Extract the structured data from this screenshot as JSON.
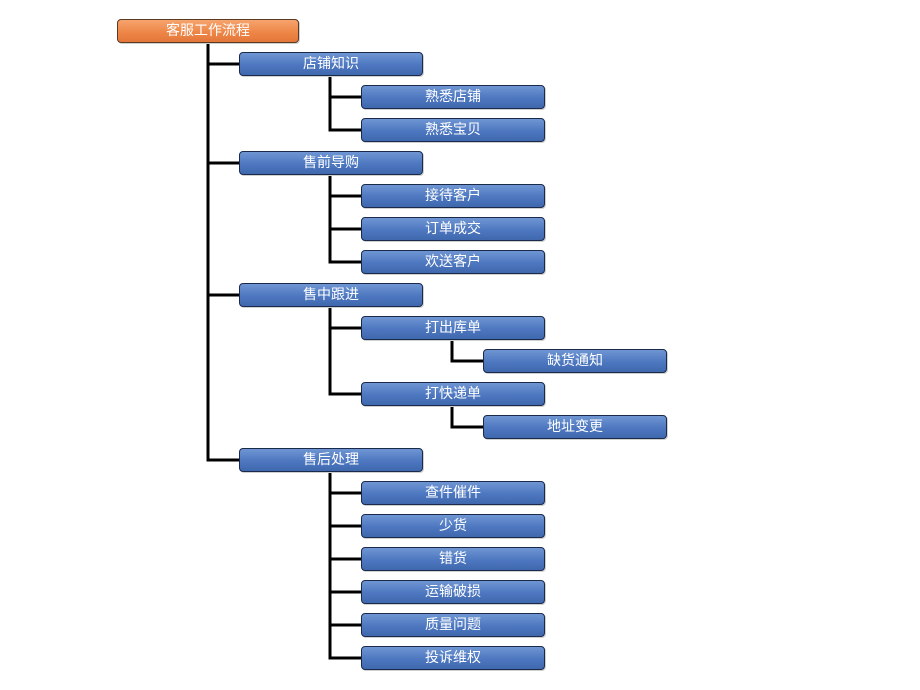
{
  "colors": {
    "root_fill": "#EE8748",
    "node_fill": "#4D77C0",
    "connector": "#000000"
  },
  "root": {
    "label": "客服工作流程"
  },
  "sections": [
    {
      "label": "店铺知识",
      "children": [
        {
          "label": "熟悉店铺"
        },
        {
          "label": "熟悉宝贝"
        }
      ]
    },
    {
      "label": "售前导购",
      "children": [
        {
          "label": "接待客户"
        },
        {
          "label": "订单成交"
        },
        {
          "label": "欢送客户"
        }
      ]
    },
    {
      "label": "售中跟进",
      "children": [
        {
          "label": "打出库单",
          "children": [
            {
              "label": "缺货通知"
            }
          ]
        },
        {
          "label": "打快递单",
          "children": [
            {
              "label": "地址变更"
            }
          ]
        }
      ]
    },
    {
      "label": "售后处理",
      "children": [
        {
          "label": "查件催件"
        },
        {
          "label": "少货"
        },
        {
          "label": "错货"
        },
        {
          "label": "运输破损"
        },
        {
          "label": "质量问题"
        },
        {
          "label": "投诉维权"
        }
      ]
    }
  ]
}
